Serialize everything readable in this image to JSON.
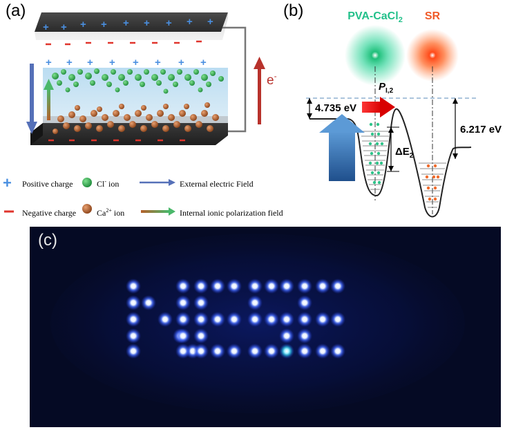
{
  "panel_a": {
    "label": "(a)",
    "electron_label": "e",
    "electron_sup": "-"
  },
  "panel_b": {
    "label": "(b)",
    "material_left": {
      "prefix": "PVA-CaCl",
      "sub": "2",
      "color": "#22c08a"
    },
    "material_right": {
      "text": "SR",
      "color": "#f05a28"
    },
    "polarization_label": {
      "main": "P",
      "sub": "I,2"
    },
    "energy_left": "4.735 eV",
    "energy_right": "6.217 eV",
    "delta_label": {
      "main": "ΔE",
      "sub": "2"
    }
  },
  "legend": {
    "positive": "Positive charge",
    "cl_ion": {
      "pre": "Cl",
      "sup": "-",
      "post": " ion"
    },
    "external_field": "External electric Field",
    "negative": "Negative charge",
    "ca_ion": {
      "pre": "Ca",
      "sup": "2+",
      "post": " ion"
    },
    "internal_field": "Internal ionic polarization field"
  },
  "panel_c": {
    "label": "(c)"
  },
  "colors": {
    "positive": "#4a8fe0",
    "negative": "#e0342c",
    "cl_ion": "#2aa84a",
    "ca_ion": "#b5602a",
    "external_field": "#5570b8",
    "electron_arrow": "#b8322c"
  }
}
